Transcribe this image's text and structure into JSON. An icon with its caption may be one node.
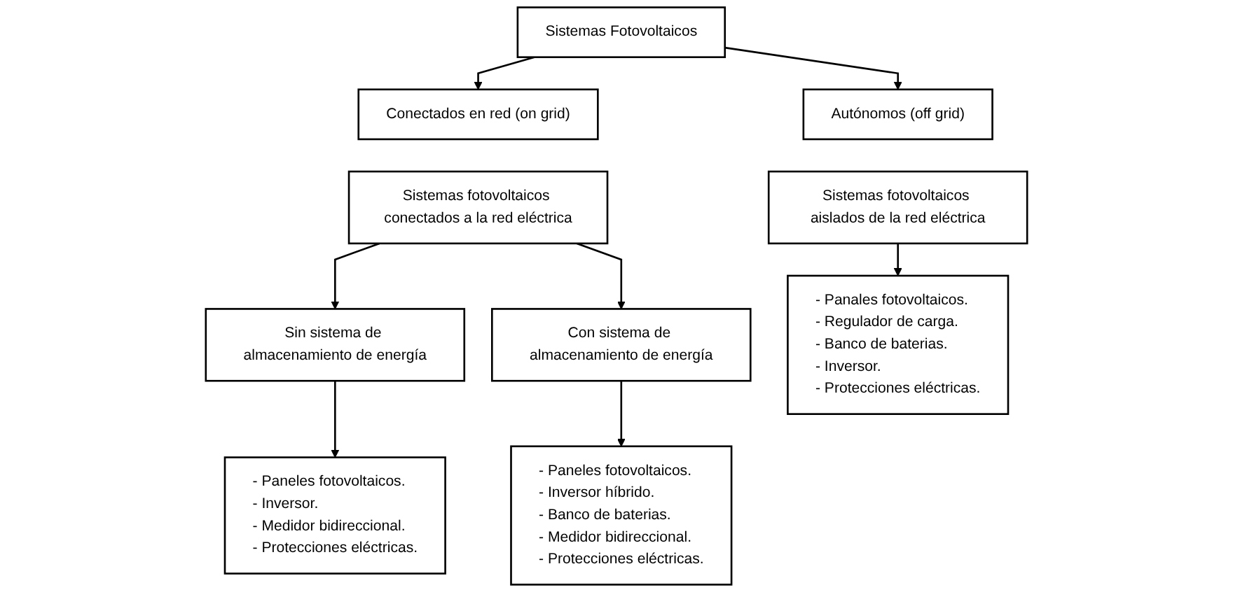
{
  "diagram": {
    "nodes": [
      {
        "text": [
          "Sistemas Fotovoltaicos"
        ]
      },
      {
        "text": [
          "Autónomos (off grid)"
        ]
      },
      {
        "text": [
          "Conectados en red (on grid)"
        ]
      },
      {
        "text": [
          "Sistemas fotovoltaicos aislados de la red eléctrica"
        ]
      },
      {
        "text": [
          "Sistemas fotovoltaicos conectados a la red eléctrica"
        ]
      },
      {
        "text": [
          "Sin sistema de almacenamiento de energía"
        ]
      },
      {
        "text": [
          "Con sistema de almacenamiento de energía"
        ]
      },
      {
        "text": [
          "- Panales fotovoltaicos.",
          "- Regulador de carga.",
          "- Banco de baterias.",
          "- Inversor.",
          "- Protecciones eléctricas."
        ]
      },
      {
        "text": [
          "- Paneles fotovoltaicos.",
          "- Inversor.",
          "- Medidor bidireccional.",
          "- Protecciones eléctricas."
        ]
      },
      {
        "text": [
          "- Paneles fotovoltaicos.",
          "- Inversor híbrido.",
          "- Banco de baterias.",
          "- Medidor bidireccional.",
          "- Protecciones eléctricas."
        ]
      }
    ],
    "edges": [
      {
        "from": 0,
        "to": 1,
        "arrow": "to"
      },
      {
        "from": 0,
        "to": 2,
        "arrow": "to"
      },
      {
        "from": 3,
        "to": 7,
        "arrow": "to"
      },
      {
        "from": 4,
        "to": 5,
        "arrow": "to"
      },
      {
        "from": 4,
        "to": 6,
        "arrow": "to"
      },
      {
        "from": 5,
        "to": 8,
        "arrow": "to"
      },
      {
        "from": 6,
        "to": 9,
        "arrow": "to"
      }
    ]
  }
}
